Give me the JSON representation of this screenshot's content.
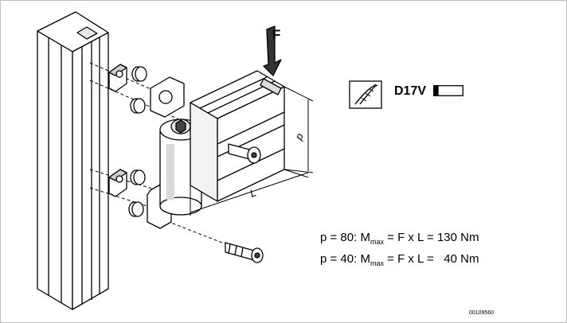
{
  "diagram": {
    "force_label": "F",
    "dim_p_label": "p",
    "dim_l_label": "L",
    "tool": {
      "code": "D17V",
      "icon": "drill-bit-icon",
      "bar_icon": "bar-gauge-icon"
    },
    "formulas": [
      {
        "lhs": "p = 80: M",
        "sub": "max",
        "rhs": " = F x L = 130 Nm"
      },
      {
        "lhs": "p = 40: M",
        "sub": "max",
        "rhs": " = F x L =   40 Nm"
      }
    ],
    "reference_code": "00109560"
  }
}
